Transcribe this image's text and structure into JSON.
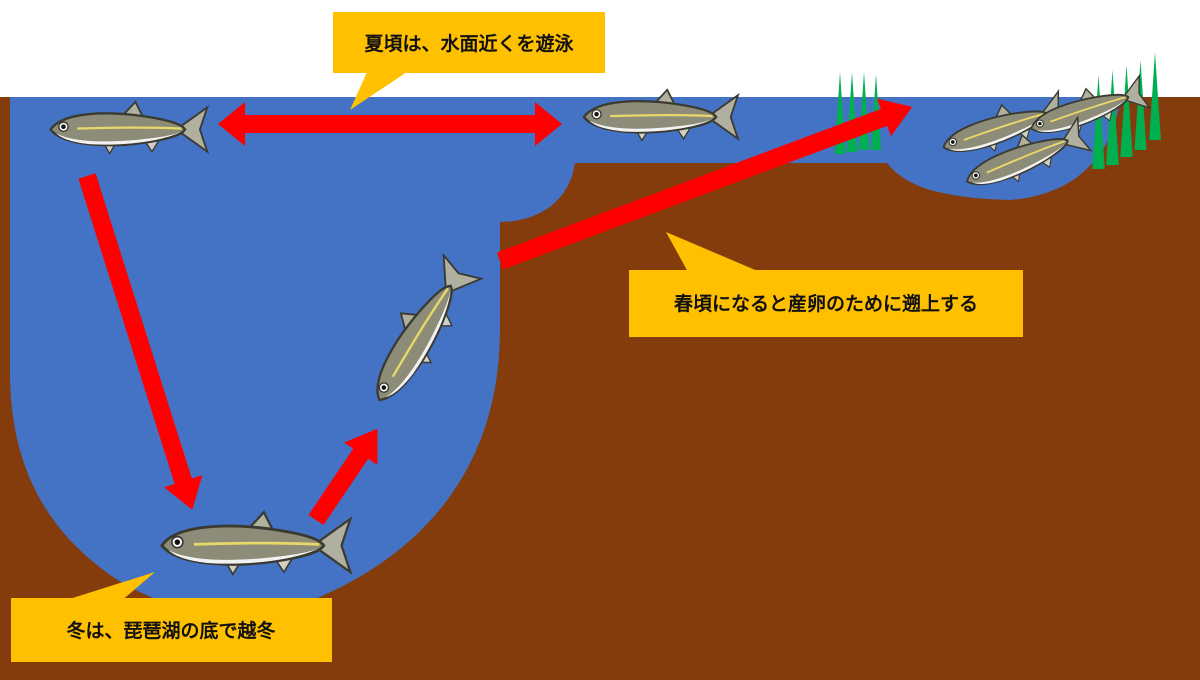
{
  "colors": {
    "sky": "#ffffff",
    "water": "#4472c4",
    "soil": "#843c0c",
    "arrow": "#ff0000",
    "callout": "#ffc000",
    "reed": "#00b050",
    "fish_body": "#8c8c78",
    "fish_belly": "#f2f2f2",
    "fish_stripe": "#e8d86a"
  },
  "callouts": {
    "summer": "夏頃は、水面近くを遊泳",
    "spring": "春頃になると産卵のために遡上する",
    "winter": "冬は、琵琶湖の底で越冬"
  },
  "icons": {
    "fish": "fish-icon",
    "reed": "reed-icon",
    "arrow": "arrow-icon"
  }
}
